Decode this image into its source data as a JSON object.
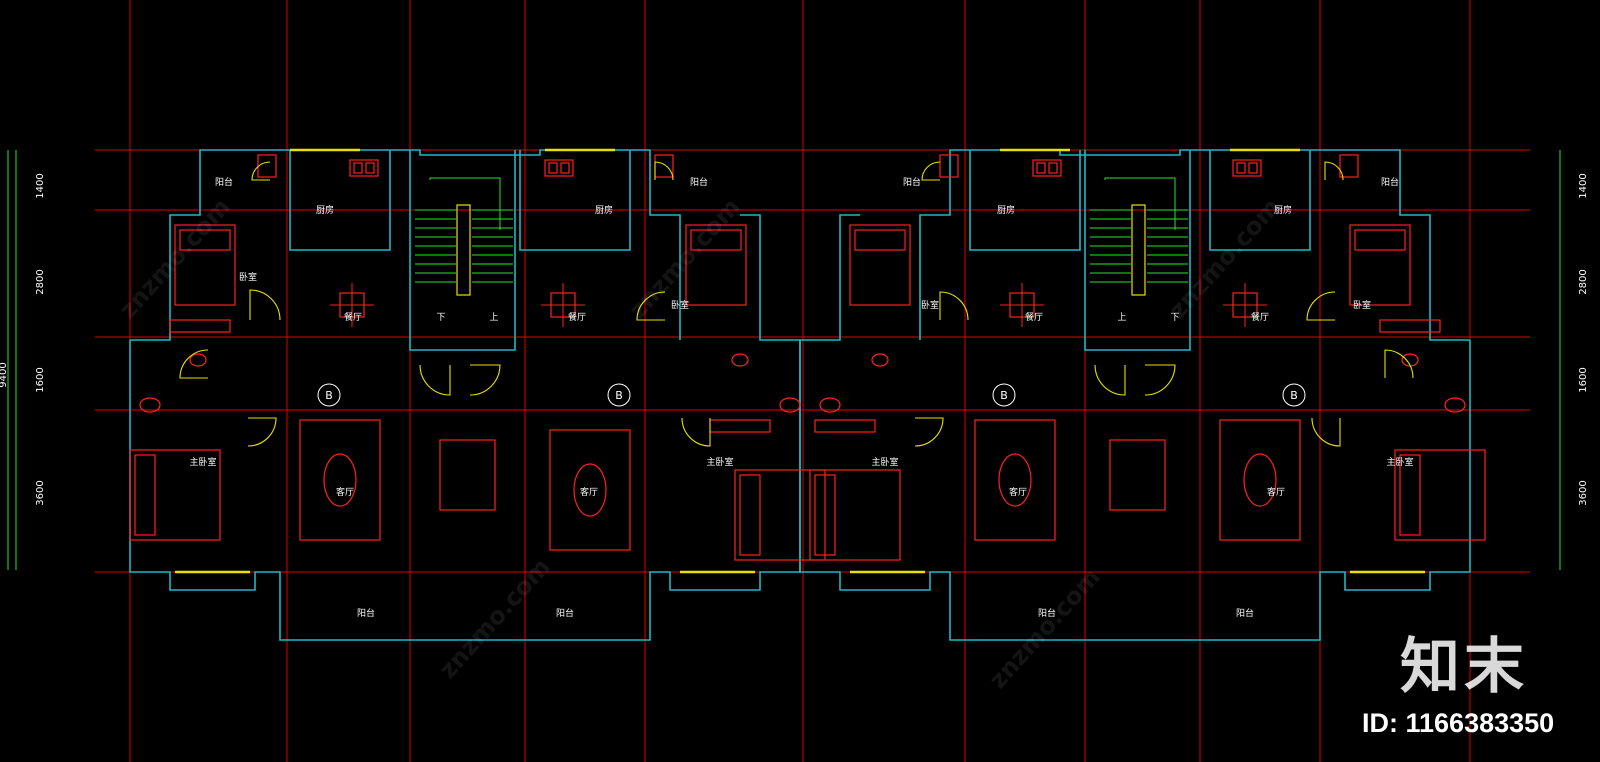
{
  "colors": {
    "background": "#000000",
    "axis_line": "#e00000",
    "wall": "#1fb7c7",
    "furniture": "#ff2020",
    "stair": "#26e626",
    "door": "#e8e000",
    "text": "#ffffff"
  },
  "dimensions_left": [
    "1400",
    "2800",
    "1600",
    "3600"
  ],
  "dimensions_right": [
    "1400",
    "2800",
    "1600",
    "3600"
  ],
  "dimension_total_left": "9400",
  "rooms": [
    {
      "label": "阳台"
    },
    {
      "label": "厨房"
    },
    {
      "label": "厨房"
    },
    {
      "label": "阳台"
    },
    {
      "label": "阳台"
    },
    {
      "label": "厨房"
    },
    {
      "label": "厨房"
    },
    {
      "label": "阳台"
    },
    {
      "label": "卧室"
    },
    {
      "label": "餐厅"
    },
    {
      "label": "餐厅"
    },
    {
      "label": "卧室"
    },
    {
      "label": "卧室"
    },
    {
      "label": "餐厅"
    },
    {
      "label": "餐厅"
    },
    {
      "label": "卧室"
    },
    {
      "label": "主卧室"
    },
    {
      "label": "客厅"
    },
    {
      "label": "客厅"
    },
    {
      "label": "主卧室"
    },
    {
      "label": "主卧室"
    },
    {
      "label": "客厅"
    },
    {
      "label": "客厅"
    },
    {
      "label": "主卧室"
    },
    {
      "label": "阳台"
    },
    {
      "label": "阳台"
    },
    {
      "label": "阳台"
    },
    {
      "label": "阳台"
    }
  ],
  "stair_labels": [
    {
      "label": "下"
    },
    {
      "label": "上"
    },
    {
      "label": "上"
    },
    {
      "label": "下"
    }
  ],
  "unit_markers": [
    "B",
    "B",
    "B",
    "B"
  ],
  "watermark": {
    "brand": "知末",
    "id_label": "ID: 1166383350",
    "text": "znzmo.com"
  }
}
